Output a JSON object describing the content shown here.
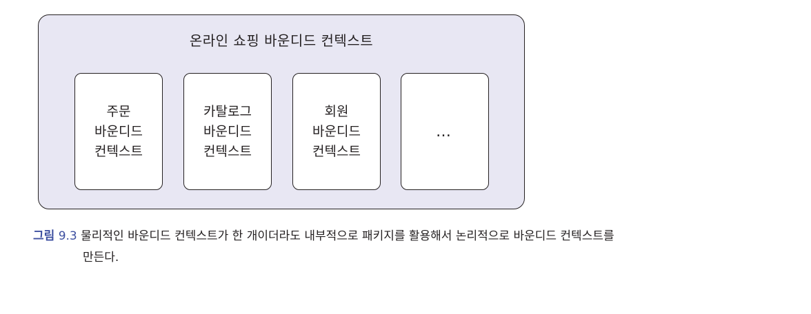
{
  "diagram": {
    "outer_title": "온라인 쇼핑 바운디드 컨텍스트",
    "boxes": [
      {
        "lines": [
          "주문",
          "바운디드",
          "컨텍스트"
        ]
      },
      {
        "lines": [
          "카탈로그",
          "바운디드",
          "컨텍스트"
        ]
      },
      {
        "lines": [
          "회원",
          "바운디드",
          "컨텍스트"
        ]
      },
      {
        "lines": [
          "…"
        ]
      }
    ]
  },
  "caption": {
    "label": "그림",
    "number": "9.3",
    "line1": "물리적인 바운디드 컨텍스트가 한 개이더라도 내부적으로 패키지를 활용해서 논리적으로 바운디드 컨텍스트를",
    "line2": "만든다."
  },
  "colors": {
    "outer_fill": "#e8e7f3",
    "border": "#231f20",
    "caption_accent": "#3d4fa0"
  }
}
